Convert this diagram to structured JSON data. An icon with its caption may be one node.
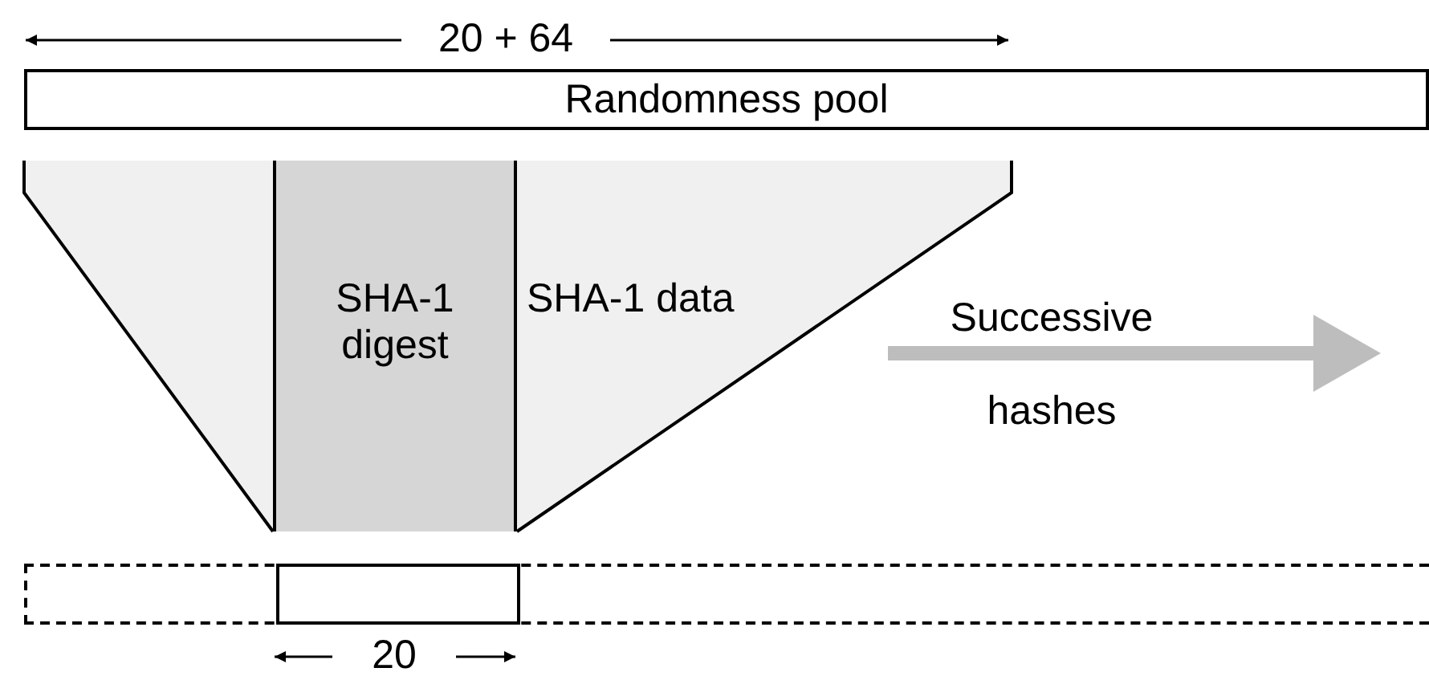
{
  "diagram": {
    "nodes": [
      {
        "text": [
          "Randomness pool"
        ]
      },
      {
        "text": [
          "SHA-1 data"
        ]
      },
      {
        "text": [
          "SHA-1 digest"
        ],
        "in": 1
      },
      {
        "text": [],
        "shape": "box"
      },
      {
        "text": [],
        "shape": "box",
        "in": 3
      }
    ],
    "labels": [
      "20 + 64",
      "Successive hashes",
      "20"
    ]
  }
}
